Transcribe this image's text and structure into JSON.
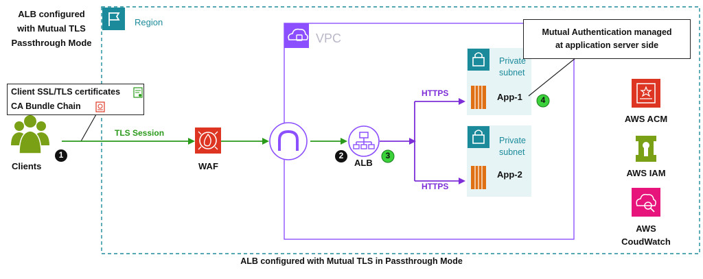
{
  "notes": {
    "mode_note_lines": [
      "ALB configured",
      "with Mutual TLS",
      "Passthrough Mode"
    ],
    "cert_lines": [
      "Client SSL/TLS certificates",
      "CA Bundle Chain"
    ],
    "mutual_auth_lines": [
      "Mutual Authentication managed",
      "at application server side"
    ]
  },
  "containers": {
    "region_label": "Region",
    "vpc_label": "VPC",
    "subnet1_lines": [
      "Private",
      "subnet"
    ],
    "subnet2_lines": [
      "Private",
      "subnet"
    ]
  },
  "nodes": {
    "clients": "Clients",
    "waf": "WAF",
    "alb": "ALB",
    "app1": "App-1",
    "app2": "App-2"
  },
  "edges": {
    "tls_session": "TLS Session",
    "https_top": "HTTPS",
    "https_bottom": "HTTPS"
  },
  "badges": {
    "b1": "1",
    "b2": "2",
    "b3": "3",
    "b4": "4"
  },
  "services": {
    "acm": "AWS ACM",
    "iam": "AWS IAM",
    "cloudwatch_lines": [
      "AWS",
      "CoudWatch"
    ]
  },
  "caption": "ALB configured with Mutual TLS in Passthrough Mode",
  "colors": {
    "region_border": "#1b8a9a",
    "vpc_border": "#8c4fff",
    "tls_arrow": "#2a9a1a",
    "https_arrow": "#7d2ed8",
    "waf_red": "#dd3522",
    "ec2_orange": "#e07014",
    "acm_red": "#dd3522",
    "iam_green": "#7aa116",
    "cloudwatch_pink": "#e7157b",
    "clients_green": "#7aa116",
    "badge_green": "#3bd13b"
  }
}
